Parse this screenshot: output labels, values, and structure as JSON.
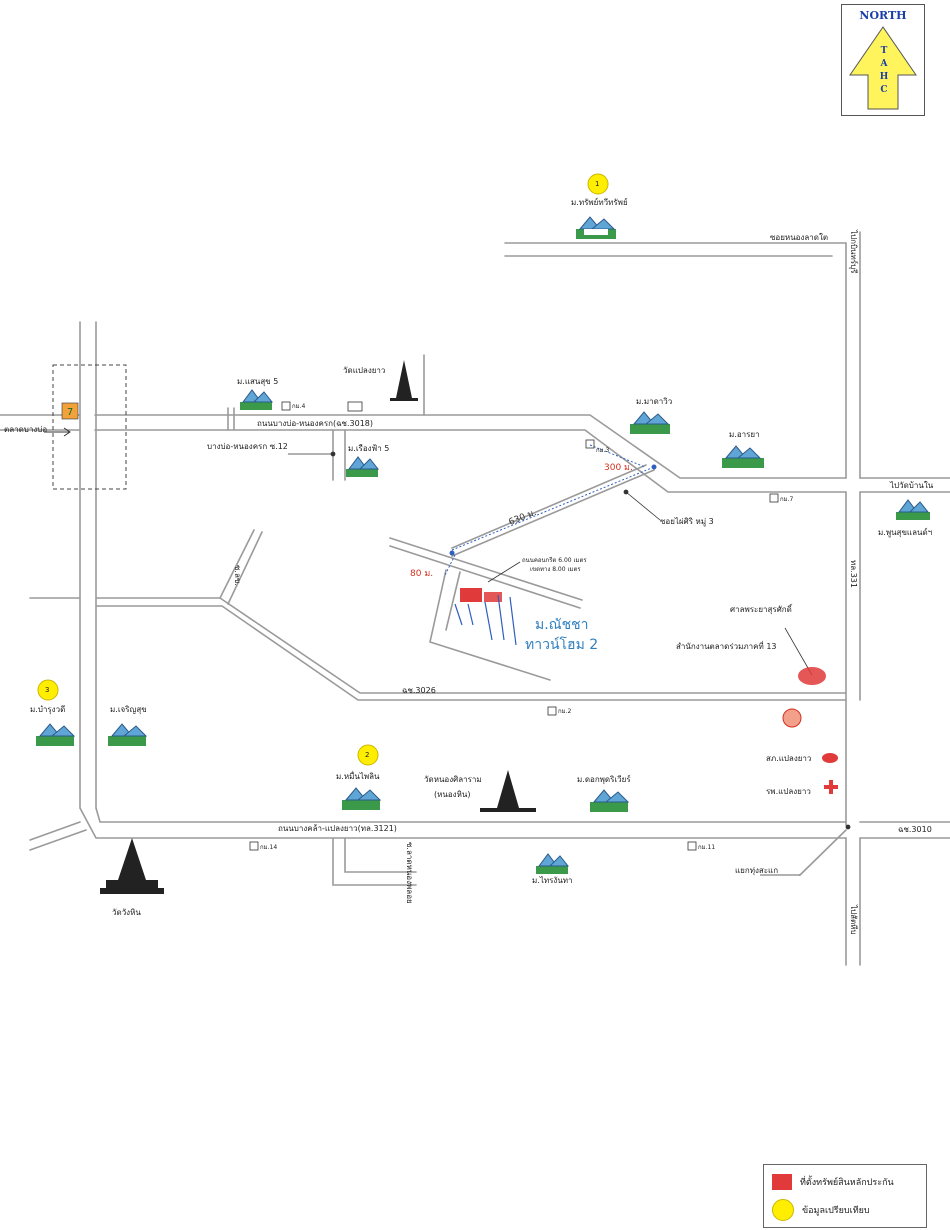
{
  "north_arrow": {
    "title": "NORTH",
    "letters": [
      "T",
      "A",
      "H",
      "C"
    ]
  },
  "subject_property": {
    "name_line1": "ม.ณัชชา",
    "name_line2": "ทาวน์โฮม 2",
    "dist_80": "80 ม.",
    "dist_630": "630 ม.",
    "dist_300": "300 ม.",
    "road_width_note_1": "ถนนคอนกรีต 6.00 เมตร",
    "road_width_note_2": "เขตทาง 8.00 เมตร"
  },
  "comparables": {
    "c1": "1",
    "c2": "2",
    "c3": "3"
  },
  "roads": {
    "road_3018": "ถนนบางบ่อ-หนองครก(ฉช.3018)",
    "road_3121": "ถนนบางคล้า-แปลงยาว(ทล.3121)",
    "road_3026": "ฉช.3026",
    "road_331": "ทล.331",
    "road_3010": "ฉช.3010",
    "soi_nonglaeng": "ซอยหนองลาดใต",
    "soi_phaisiri": "ซอยไผ่ศิริ หมู่ 3",
    "bangbo_12": "บางบ่อ-หนองครก ซ.12",
    "to_kabin": "ไปกบินทร์บุรี",
    "to_watbanbai": "ไปวัดบ้านใน",
    "to_sattahip": "ไปสัตหีบ",
    "to_market": "ตลาดบางบ่อ",
    "soi_left_diag": "ซ.ลข.",
    "soi_bottom_vertical": "ซ.ลาดหนองพลอย",
    "soi_bottom_right": "แยกทุ่งสะแก"
  },
  "villages": {
    "v_top": "ม.ทรัพย์ทวีทรัพย์",
    "v_sansuk": "ม.แสนสุข 5",
    "v_kanda": "ม.มาดาวิว",
    "v_ruengfa": "ม.เรืองฟ้า 5",
    "v_araya": "ม.อารยา",
    "v_phukhun": "ม.พูนสุขแลนด์ฯ",
    "v_bamrung": "ม.บำรุงวดี",
    "v_charoensuk": "ม.เจริญสุข",
    "v_hinphat": "ม.หมื่นไพลิน",
    "v_phuttha": "ม.ดอกพุดริเวียร์",
    "v_sirinda": "ม.ไทรงันทา"
  },
  "landmarks": {
    "wat_plaengyao": "วัดแปลงยาว",
    "wat_nongsila_1": "วัดหนองศิลาราม",
    "wat_nongsila_2": "(หนองหิน)",
    "wat_wanghin": "วัดวังหิน",
    "shrine": "ศาลพระยาสุรศักดิ์",
    "office_13": "สำนักงานตลาดร่วมภาคที่ 13",
    "police": "สภ.แปลงยาว",
    "hospital": "รพ.แปลงยาว"
  },
  "km_markers": {
    "km4": "กม.4",
    "km3": "กม.3",
    "km7": "กม.7",
    "km2": "กม.2",
    "km14": "กม.14",
    "km11": "กม.11"
  },
  "legend": {
    "red_label": "ที่ตั้งทรัพย์สินหลักประกัน",
    "yellow_label": "ข้อมูลเปรียบเทียบ"
  },
  "colors": {
    "road": "#9a9a9a",
    "subject": "#e03a3a",
    "comparable": "#ffee00",
    "distance": "#d2301f",
    "subject_text": "#2f7fbf",
    "north_arrow": "#fff45c"
  }
}
